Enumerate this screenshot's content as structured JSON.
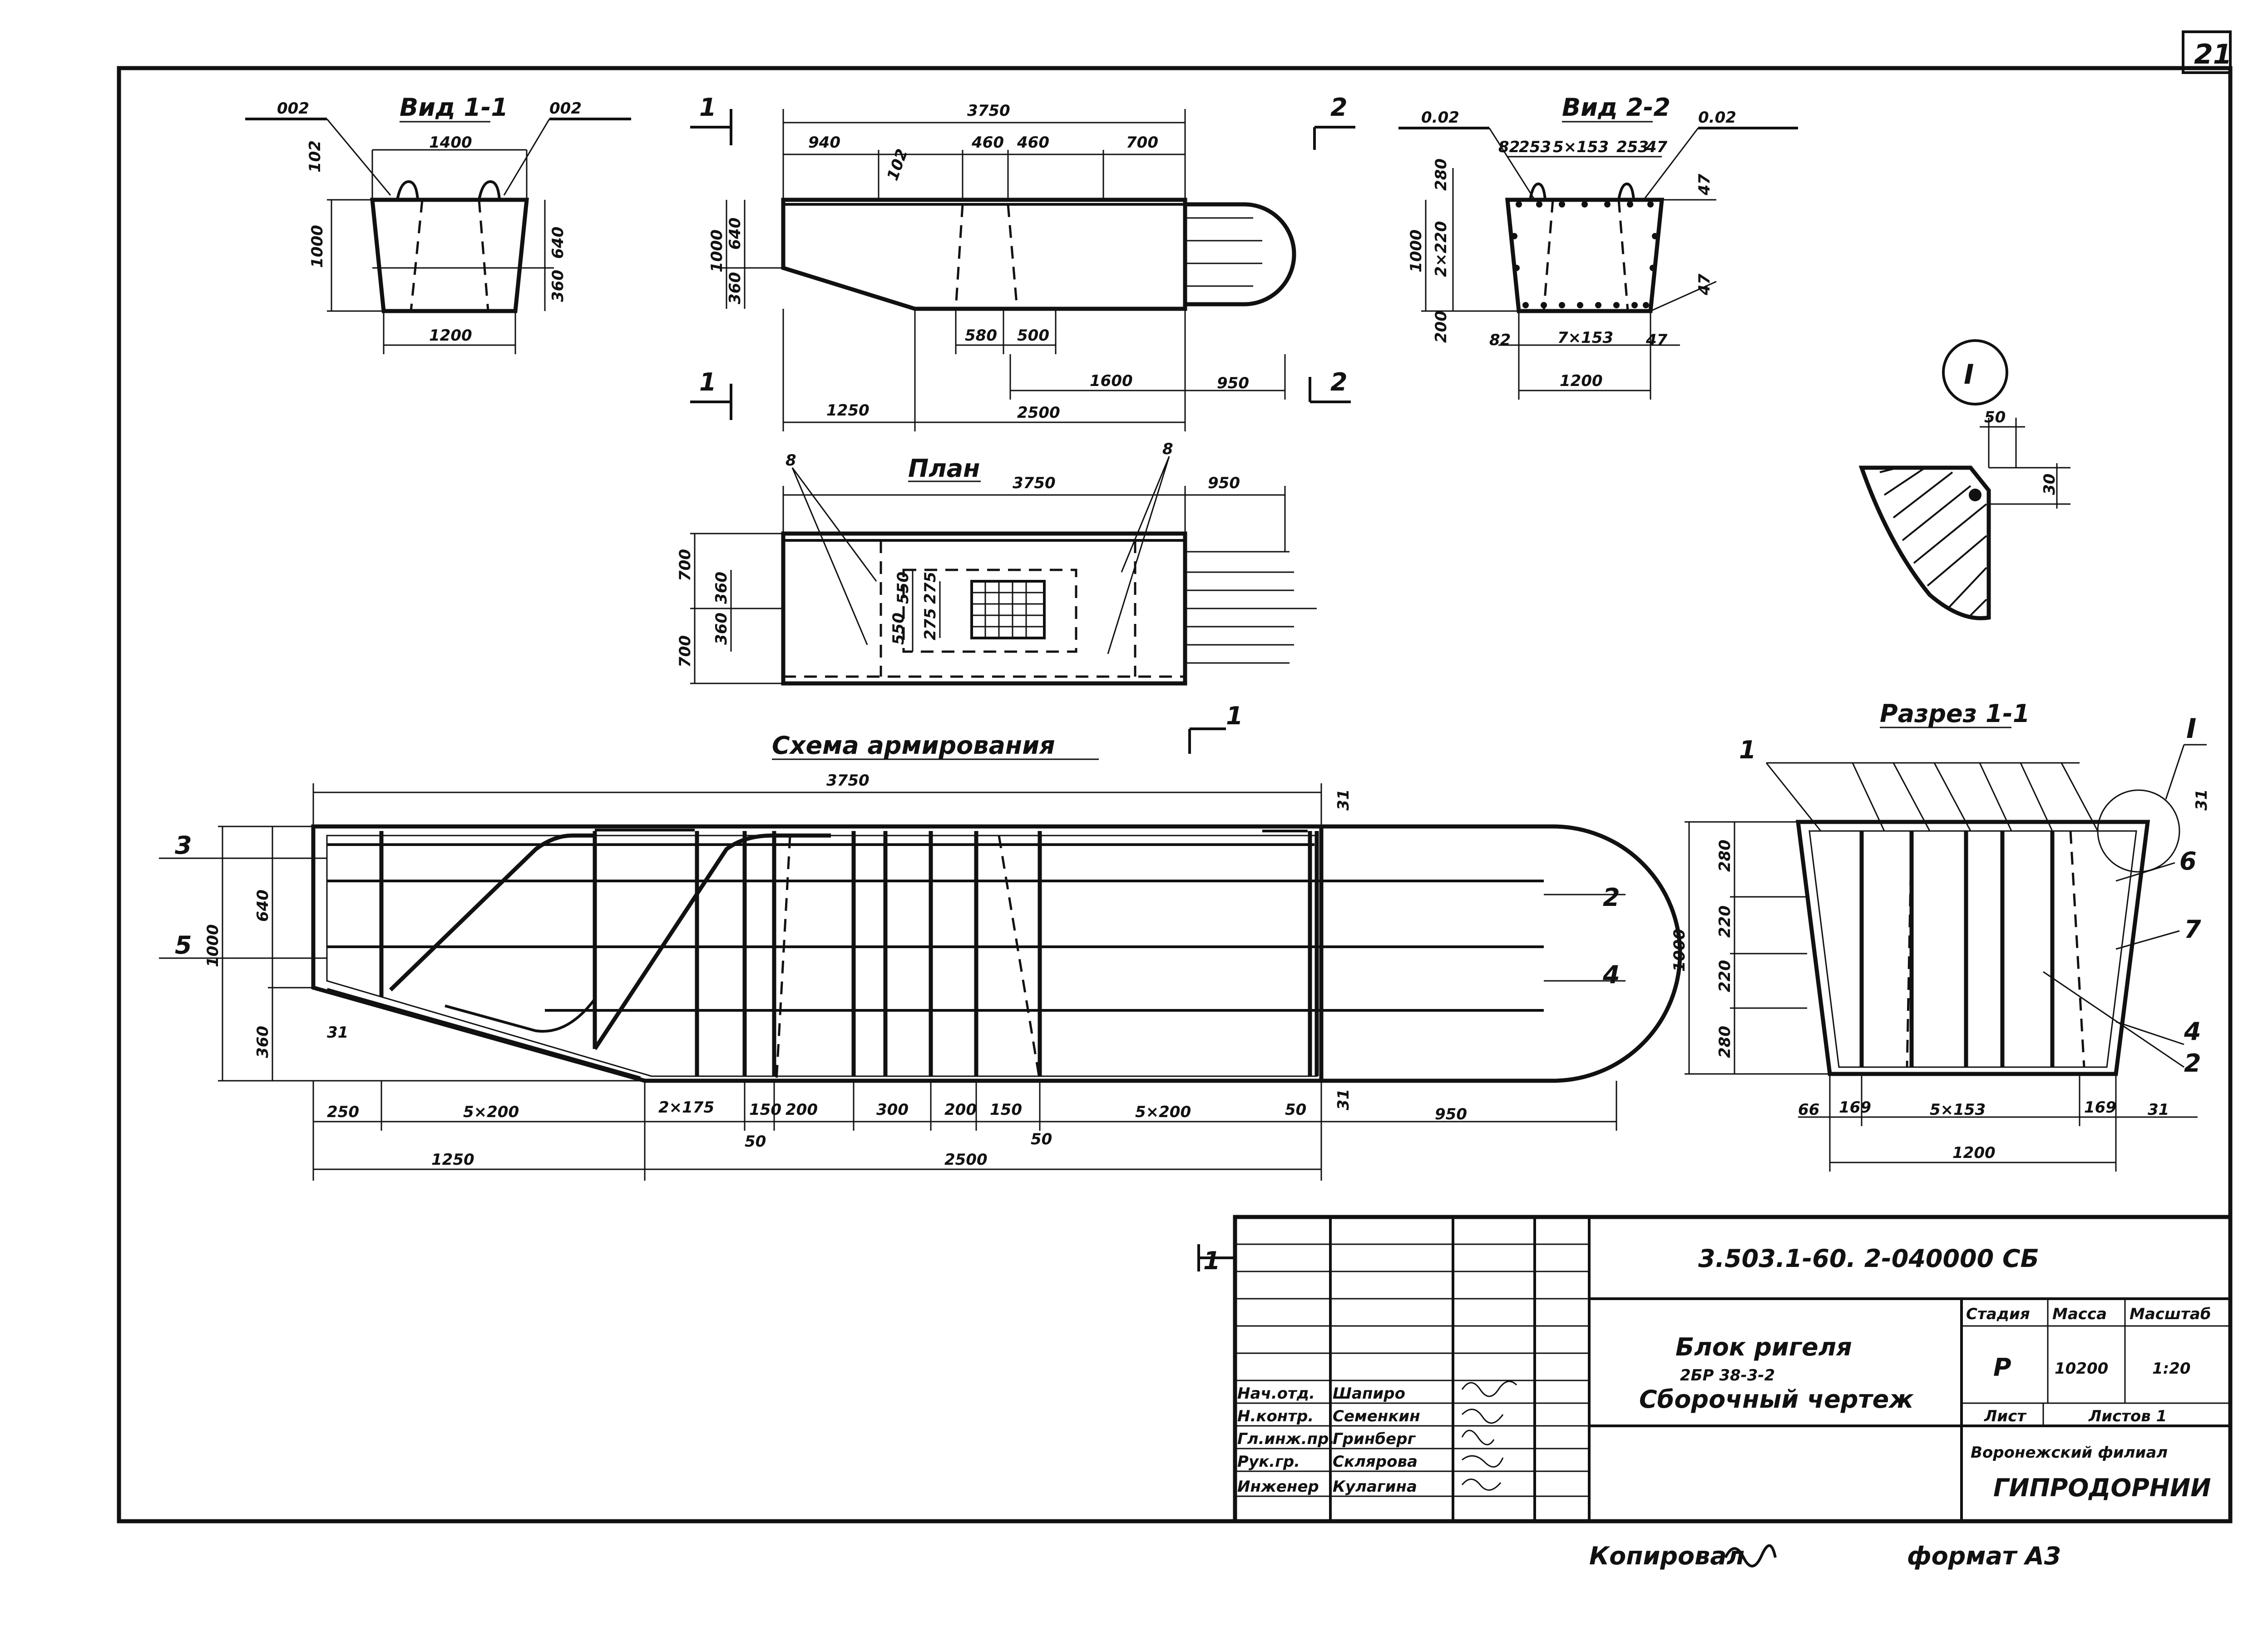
{
  "sheet": {
    "page_number": "21",
    "format_label": "формат А3",
    "copied_label": "Копировал"
  },
  "views": {
    "view11": {
      "title": "Вид 1-1",
      "mark_left": "002",
      "mark_right": "002",
      "d_top": "1400",
      "d_bottom": "1200",
      "d_height": "1000",
      "d_upper": "640",
      "d_lower": "360",
      "d_lug": "102"
    },
    "elevation": {
      "d_total": "3750",
      "d_940": "940",
      "d_460a": "460",
      "d_460b": "460",
      "d_700": "700",
      "d_102": "102",
      "d_1000": "1000",
      "d_640": "640",
      "d_360": "360",
      "d_580": "580",
      "d_500": "500",
      "d_1600": "1600",
      "d_950": "950",
      "d_1250": "1250",
      "d_2500": "2500",
      "sec1_top": "1",
      "sec1_bot": "1",
      "sec2_top": "2",
      "sec2_bot": "2"
    },
    "view22": {
      "title": "Вид 2-2",
      "mark_left": "0.02",
      "mark_right": "0.02",
      "d_82": "82",
      "d_253a": "253",
      "d_5x153": "5×153",
      "d_253b": "253",
      "d_47": "47",
      "d_280": "280",
      "d_1000": "1000",
      "d_2x220": "2×220",
      "d_200": "200",
      "d_47b": "47",
      "d_47c": "47",
      "d_82b": "82",
      "d_7x153": "7×153",
      "d_47d": "47",
      "d_1200": "1200"
    },
    "detail": {
      "mark": "I",
      "d_50": "50",
      "d_30": "30"
    },
    "plan": {
      "title": "План",
      "d_3750": "3750",
      "d_950": "950",
      "d_700a": "700",
      "d_700b": "700",
      "d_360a": "360",
      "d_360b": "360",
      "d_550a": "550",
      "d_550b": "550",
      "d_275a": "275",
      "d_275b": "275",
      "mark_left": "8",
      "mark_right": "8"
    },
    "scheme": {
      "title": "Схема армирования",
      "d_3750": "3750",
      "d_1000": "1000",
      "d_640": "640",
      "d_360": "360",
      "d_31a": "31",
      "d_31b": "31",
      "d_31c": "31",
      "d_250": "250",
      "d_5x200a": "5×200",
      "d_2x175": "2×175",
      "d_150a": "150",
      "d_200": "200",
      "d_300": "300",
      "d_200b": "200",
      "d_150b": "150",
      "d_5x200b": "5×200",
      "d_50a": "50",
      "d_950": "950",
      "d_50b": "50",
      "d_50c": "50",
      "d_1250": "1250",
      "d_2500": "2500",
      "pos3": "3",
      "pos5": "5",
      "pos2": "2",
      "pos4": "4",
      "sec_mark": "1"
    },
    "section": {
      "title": "Разрез 1-1",
      "mark_I": "I",
      "d_31": "31",
      "pos1": "1",
      "pos6": "6",
      "pos7": "7",
      "pos4": "4",
      "pos2": "2",
      "d_1000": "1000",
      "d_280a": "280",
      "d_220a": "220",
      "d_220b": "220",
      "d_280b": "280",
      "d_66": "66",
      "d_169a": "169",
      "d_5x153": "5×153",
      "d_169b": "169",
      "d_31b": "31",
      "d_1200": "1200"
    }
  },
  "title_block": {
    "code": "3.503.1-60. 2-040000 СБ",
    "name_l1": "Блок ригеля",
    "name_l2": "2БР 38-3-2",
    "name_l3": "Сборочный чертеж",
    "stage_h": "Стадия",
    "mass_h": "Масса",
    "scale_h": "Масштаб",
    "stage": "Р",
    "mass": "10200",
    "scale": "1:20",
    "sheet_label": "Лист",
    "sheets_label": "Листов 1",
    "org_l1": "Воронежский филиал",
    "org_l2": "ГИПРОДОРНИИ",
    "sec_mark": "1",
    "people": [
      {
        "role": "Нач.отд.",
        "name": "Шапиро"
      },
      {
        "role": "Н.контр.",
        "name": "Семенкин"
      },
      {
        "role": "Гл.инж.пр.",
        "name": "Гринберг"
      },
      {
        "role": "Рук.гр.",
        "name": "Склярова"
      },
      {
        "role": "Инженер",
        "name": "Кулагина"
      }
    ]
  }
}
